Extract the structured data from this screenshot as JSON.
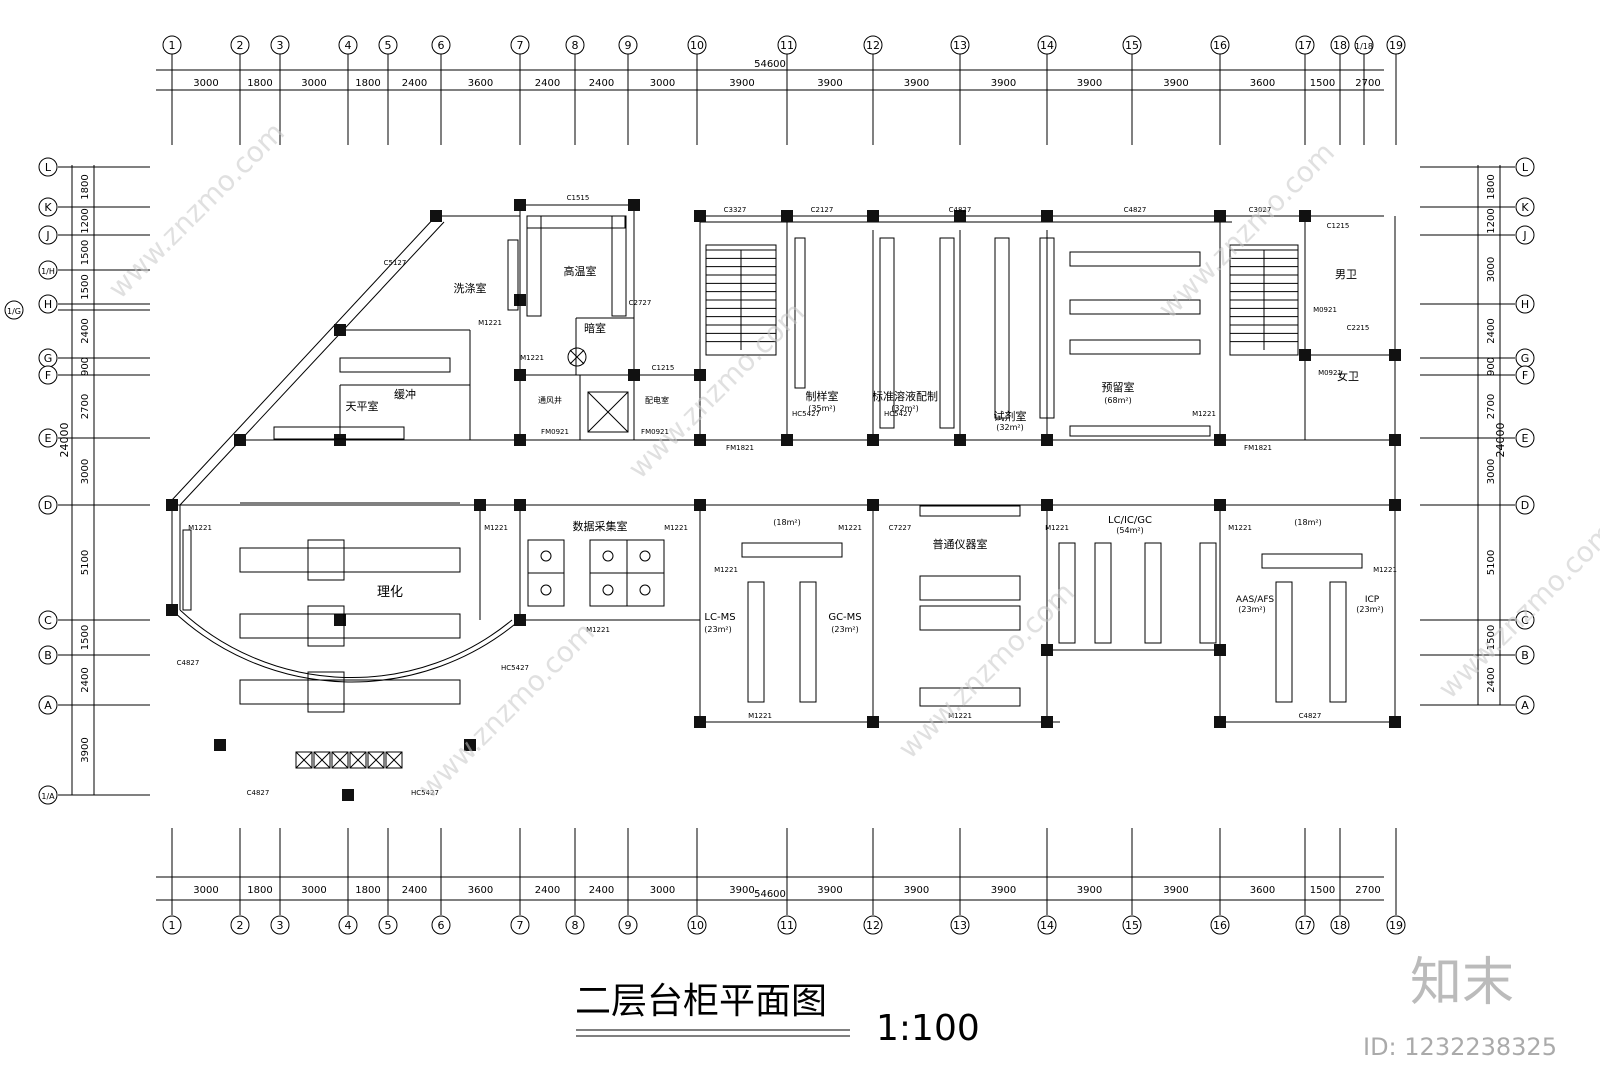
{
  "drawing": {
    "title": "二层台柜平面图",
    "scale": "1:100",
    "overall_width": "54600",
    "overall_depth": "24000"
  },
  "column_axes": [
    "1",
    "2",
    "3",
    "4",
    "5",
    "6",
    "7",
    "8",
    "9",
    "10",
    "11",
    "12",
    "13",
    "14",
    "15",
    "16",
    "17",
    "18",
    "1/18",
    "19"
  ],
  "column_axes_bottom": [
    "1",
    "2",
    "3",
    "4",
    "5",
    "6",
    "7",
    "8",
    "9",
    "10",
    "11",
    "12",
    "13",
    "14",
    "15",
    "16",
    "17",
    "18",
    "19"
  ],
  "column_spans": [
    "3000",
    "1800",
    "3000",
    "1800",
    "2400",
    "3600",
    "2400",
    "2400",
    "3000",
    "3900",
    "3900",
    "3900",
    "3900",
    "3900",
    "3900",
    "3600",
    "1500",
    "2700"
  ],
  "row_axes_left": [
    "L",
    "K",
    "J",
    "1/H",
    "H",
    "1/G",
    "G",
    "F",
    "E",
    "D",
    "C",
    "B",
    "A",
    "1/A"
  ],
  "row_axes_right": [
    "L",
    "K",
    "J",
    "H",
    "G",
    "F",
    "E",
    "D",
    "C",
    "B",
    "A"
  ],
  "row_spans_left": [
    "1800",
    "1200",
    "1500",
    "1500",
    "2400",
    "900",
    "2700",
    "3000",
    "5100",
    "1500",
    "2400",
    "3900"
  ],
  "row_spans_right": [
    "1800",
    "1200",
    "3000",
    "2400",
    "900",
    "2700",
    "3000",
    "5100",
    "1500",
    "2400"
  ],
  "rooms": [
    {
      "label": "洗涤室"
    },
    {
      "label": "高温室"
    },
    {
      "label": "暗室"
    },
    {
      "label": "缓冲"
    },
    {
      "label": "天平室"
    },
    {
      "label": "通风井"
    },
    {
      "label": "配电室"
    },
    {
      "label": "制样室"
    },
    {
      "label": "(35m²)"
    },
    {
      "label": "标准溶液配制"
    },
    {
      "label": "(32m²)"
    },
    {
      "label": "试剂室"
    },
    {
      "label": "(32m²)"
    },
    {
      "label": "预留室"
    },
    {
      "label": "(68m²)"
    },
    {
      "label": "男卫"
    },
    {
      "label": "女卫"
    },
    {
      "label": "理化"
    },
    {
      "label": "数据采集室"
    },
    {
      "label": "(18m²)"
    },
    {
      "label": "LC-MS"
    },
    {
      "label": "(23m²)"
    },
    {
      "label": "GC-MS"
    },
    {
      "label": "(23m²)"
    },
    {
      "label": "普通仪器室"
    },
    {
      "label": "LC/IC/GC"
    },
    {
      "label": "(54m²)"
    },
    {
      "label": "(18m²)"
    },
    {
      "label": "AAS/AFS"
    },
    {
      "label": "(23m²)"
    },
    {
      "label": "ICP"
    },
    {
      "label": "(23m²)"
    }
  ],
  "tags": [
    "C1515",
    "C2727",
    "C5127",
    "M1221",
    "M1221",
    "FM0921",
    "FM0921",
    "C1215",
    "FM1821",
    "C3327",
    "C2127",
    "C4827",
    "C4827",
    "C3027",
    "C1215",
    "M0921",
    "C2215",
    "M0921",
    "FM1821",
    "M1221",
    "M1221",
    "M1221",
    "M1221",
    "M1221",
    "C7227",
    "M1221",
    "M1221",
    "M1221",
    "M1221",
    "M1221",
    "M1221",
    "C4827",
    "C4827",
    "C4827",
    "HC5427",
    "HC5427",
    "HC5427",
    "HC5427",
    "M1221",
    "M1221",
    "M1221"
  ],
  "watermark": {
    "logo": "知末",
    "id_text": "ID: 1232238325",
    "repeated": "www.znzmo.com"
  }
}
